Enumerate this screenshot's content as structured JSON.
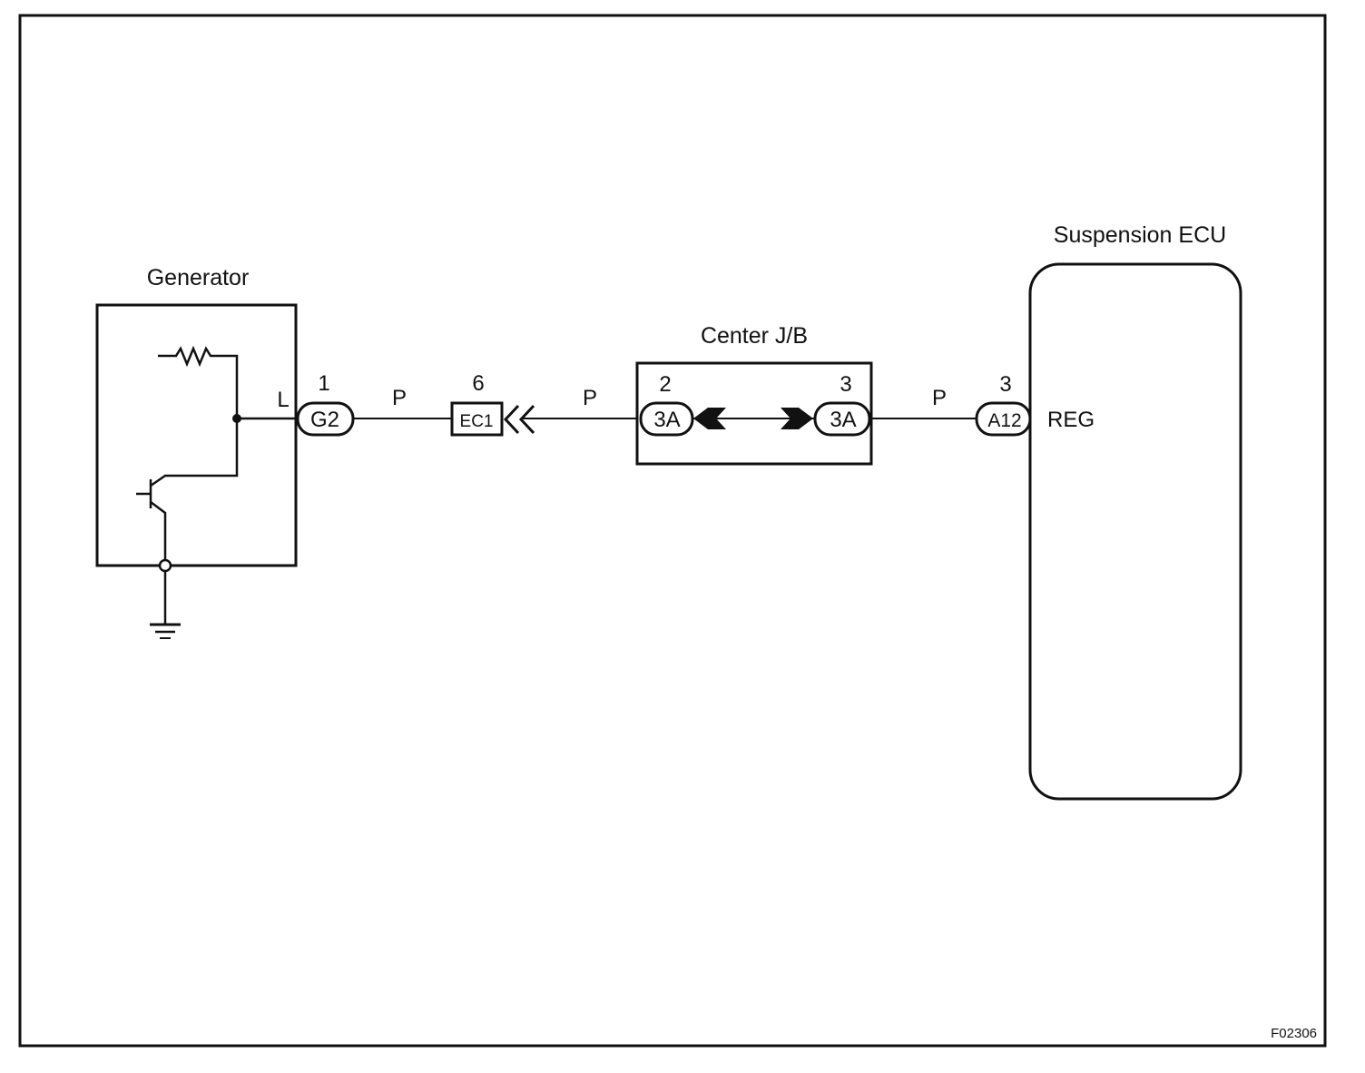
{
  "generator": {
    "title": "Generator",
    "terminal_label": "L"
  },
  "connector_g2": {
    "pin": "1",
    "label": "G2"
  },
  "wire_1": {
    "color": "P"
  },
  "connector_ec1": {
    "pin": "6",
    "label": "EC1"
  },
  "wire_2": {
    "color": "P"
  },
  "center_jb": {
    "title": "Center J/B",
    "left_connector": {
      "pin": "2",
      "label": "3A"
    },
    "right_connector": {
      "pin": "3",
      "label": "3A"
    }
  },
  "wire_3": {
    "color": "P"
  },
  "connector_a12": {
    "pin": "3",
    "label": "A12"
  },
  "suspension_ecu": {
    "title": "Suspension ECU",
    "terminal_label": "REG"
  },
  "figure_code": "F02306"
}
